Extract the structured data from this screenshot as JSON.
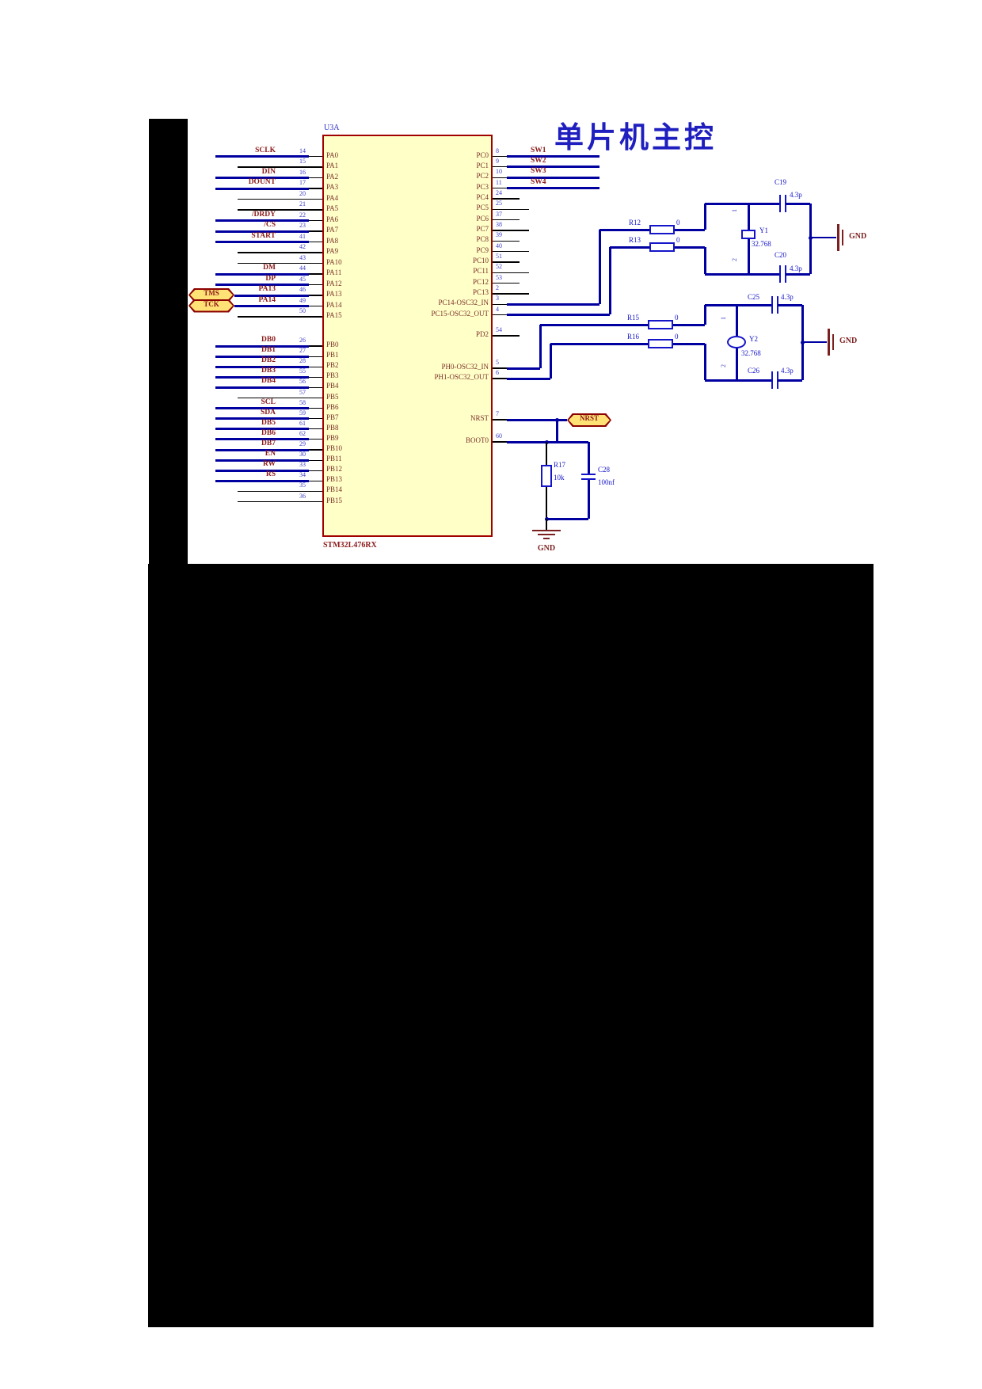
{
  "title": "单片机主控",
  "colors": {
    "wire": "#0000A0",
    "component": "#1414C8",
    "number": "#3C3CC8",
    "pin_name": "#7B3028",
    "net_label": "#8B1A1A",
    "title": "#1F1FBF",
    "ic_fill": "#FFFFC8",
    "ic_border": "#A00000",
    "tag_fill": "#FFE275",
    "tag_border": "#8B0000",
    "ground": "#7B1F1F",
    "black": "#000000"
  },
  "ic": {
    "designator": "U3A",
    "part": "STM32L476RX",
    "left_pins": [
      {
        "num": "14",
        "name": "PA0",
        "label": "SCLK"
      },
      {
        "num": "15",
        "name": "PA1",
        "label": ""
      },
      {
        "num": "16",
        "name": "PA2",
        "label": "DIN"
      },
      {
        "num": "17",
        "name": "PA3",
        "label": "DOUNT"
      },
      {
        "num": "20",
        "name": "PA4",
        "label": ""
      },
      {
        "num": "21",
        "name": "PA5",
        "label": ""
      },
      {
        "num": "22",
        "name": "PA6",
        "label": "/DRDY"
      },
      {
        "num": "23",
        "name": "PA7",
        "label": "/CS"
      },
      {
        "num": "41",
        "name": "PA8",
        "label": "START"
      },
      {
        "num": "42",
        "name": "PA9",
        "label": ""
      },
      {
        "num": "43",
        "name": "PA10",
        "label": ""
      },
      {
        "num": "44",
        "name": "PA11",
        "label": "DM"
      },
      {
        "num": "45",
        "name": "PA12",
        "label": "DP"
      },
      {
        "num": "46",
        "name": "PA13",
        "label": "PA13"
      },
      {
        "num": "49",
        "name": "PA14",
        "label": "PA14"
      },
      {
        "num": "50",
        "name": "PA15",
        "label": ""
      },
      {
        "num": "26",
        "name": "PB0",
        "label": "DB0"
      },
      {
        "num": "27",
        "name": "PB1",
        "label": "DB1"
      },
      {
        "num": "28",
        "name": "PB2",
        "label": "DB2"
      },
      {
        "num": "55",
        "name": "PB3",
        "label": "DB3"
      },
      {
        "num": "56",
        "name": "PB4",
        "label": "DB4"
      },
      {
        "num": "57",
        "name": "PB5",
        "label": ""
      },
      {
        "num": "58",
        "name": "PB6",
        "label": "SCL"
      },
      {
        "num": "59",
        "name": "PB7",
        "label": "SDA"
      },
      {
        "num": "61",
        "name": "PB8",
        "label": "DB5"
      },
      {
        "num": "62",
        "name": "PB9",
        "label": "DB6"
      },
      {
        "num": "29",
        "name": "PB10",
        "label": "DB7"
      },
      {
        "num": "30",
        "name": "PB11",
        "label": "EN"
      },
      {
        "num": "33",
        "name": "PB12",
        "label": "RW"
      },
      {
        "num": "34",
        "name": "PB13",
        "label": "RS"
      },
      {
        "num": "35",
        "name": "PB14",
        "label": ""
      },
      {
        "num": "36",
        "name": "PB15",
        "label": ""
      }
    ],
    "right_pins": [
      {
        "num": "8",
        "name": "PC0",
        "label": "SW1"
      },
      {
        "num": "9",
        "name": "PC1",
        "label": "SW2"
      },
      {
        "num": "10",
        "name": "PC2",
        "label": "SW3"
      },
      {
        "num": "11",
        "name": "PC3",
        "label": "SW4"
      },
      {
        "num": "24",
        "name": "PC4",
        "label": ""
      },
      {
        "num": "25",
        "name": "PC5",
        "label": ""
      },
      {
        "num": "37",
        "name": "PC6",
        "label": ""
      },
      {
        "num": "38",
        "name": "PC7",
        "label": ""
      },
      {
        "num": "39",
        "name": "PC8",
        "label": ""
      },
      {
        "num": "40",
        "name": "PC9",
        "label": ""
      },
      {
        "num": "51",
        "name": "PC10",
        "label": ""
      },
      {
        "num": "52",
        "name": "PC11",
        "label": ""
      },
      {
        "num": "53",
        "name": "PC12",
        "label": ""
      },
      {
        "num": "2",
        "name": "PC13",
        "label": ""
      },
      {
        "num": "3",
        "name": "PC14-OSC32_IN",
        "label": ""
      },
      {
        "num": "4",
        "name": "PC15-OSC32_OUT",
        "label": ""
      },
      {
        "num": "54",
        "name": "PD2",
        "label": ""
      },
      {
        "num": "5",
        "name": "PH0-OSC32_IN",
        "label": ""
      },
      {
        "num": "6",
        "name": "PH1-OSC32_OUT",
        "label": ""
      },
      {
        "num": "7",
        "name": "NRST",
        "label": ""
      },
      {
        "num": "60",
        "name": "BOOT0",
        "label": ""
      }
    ]
  },
  "tags": [
    {
      "label": "TMS"
    },
    {
      "label": "TCK"
    },
    {
      "label": "NRST"
    }
  ],
  "components": [
    {
      "ref": "R12",
      "value": "0"
    },
    {
      "ref": "R13",
      "value": "0"
    },
    {
      "ref": "R15",
      "value": "0"
    },
    {
      "ref": "R16",
      "value": "0"
    },
    {
      "ref": "R17",
      "value": "10k"
    },
    {
      "ref": "C19",
      "value": "4.3p"
    },
    {
      "ref": "C20",
      "value": "4.3p"
    },
    {
      "ref": "C25",
      "value": "4.3p"
    },
    {
      "ref": "C26",
      "value": "4.3p"
    },
    {
      "ref": "C28",
      "value": "100nf"
    },
    {
      "ref": "Y1",
      "value": "32.768"
    },
    {
      "ref": "Y2",
      "value": "32.768"
    }
  ],
  "crystal_pin_labels": [
    "1",
    "2"
  ],
  "ground_labels": [
    "GND",
    "GND",
    "GND"
  ]
}
